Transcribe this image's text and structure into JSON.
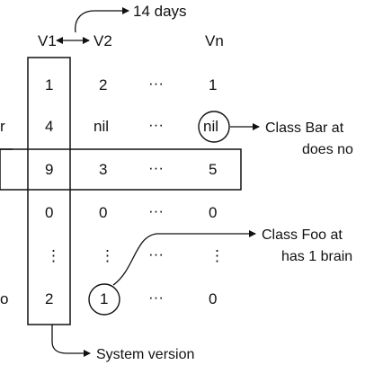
{
  "header": {
    "interval_label": "14 days",
    "columns": [
      "V1",
      "V2",
      "Vn"
    ]
  },
  "rows": [
    {
      "row_label": "",
      "v1": "1",
      "v2": "2",
      "dots": "···",
      "vn": "1"
    },
    {
      "row_label": "r",
      "v1": "4",
      "v2": "nil",
      "dots": "···",
      "vn": "nil"
    },
    {
      "row_label": "",
      "v1": "9",
      "v2": "3",
      "dots": "···",
      "vn": "5"
    },
    {
      "row_label": "",
      "v1": "0",
      "v2": "0",
      "dots": "···",
      "vn": "0"
    },
    {
      "row_label": "",
      "v1": "⋮",
      "v2": "⋮",
      "dots": "···",
      "vn": "⋮"
    },
    {
      "row_label": "o",
      "v1": "2",
      "v2": "1",
      "dots": "···",
      "vn": "0"
    }
  ],
  "annotations": {
    "bar_line1": "Class Bar at",
    "bar_line2": "does no",
    "foo_line1": "Class Foo at",
    "foo_line2": "has 1 brain",
    "system_version": "System version"
  }
}
